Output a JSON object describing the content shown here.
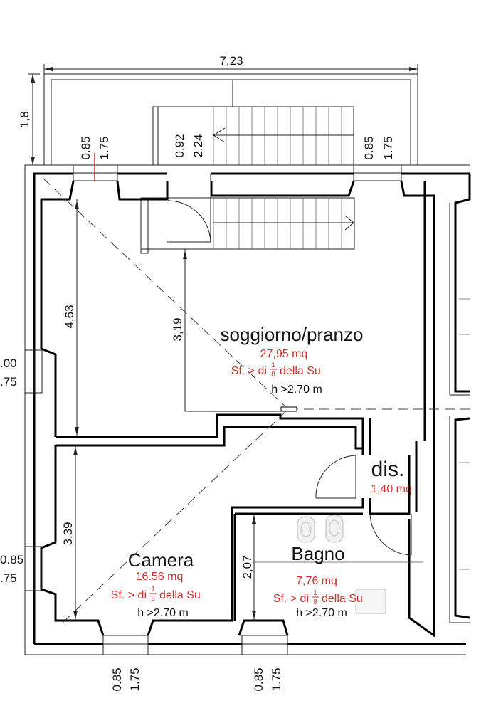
{
  "dimensions": {
    "overall_width": "7,23",
    "balcony_depth": "1,8",
    "win_top_left_w": "0.85",
    "win_top_left_h": "1.75",
    "door_top_w": "0.92",
    "door_top_h": "2.24",
    "win_top_right_w": "0.85",
    "win_top_right_h": "1.75",
    "living_depth": "4,63",
    "stair_depth": "3,19",
    "left_win_upper_w": ".00",
    "left_win_upper_h": ".75",
    "bedroom_depth": "3,39",
    "left_win_lower_w": "0.85",
    "left_win_lower_h": ".75",
    "bath_depth": "2,07",
    "win_bottom_left_w": "0.85",
    "win_bottom_left_h": "1.75",
    "win_bottom_right_w": "0.85",
    "win_bottom_right_h": "1.75"
  },
  "rooms": {
    "living": {
      "name": "soggiorno/pranzo",
      "area": "27,95 mq",
      "sf_prefix": "Sf. > di",
      "frac_num": "1",
      "frac_den": "8",
      "sf_suffix": "della Su",
      "height": "h >2.70 m"
    },
    "dis": {
      "name": "dis.",
      "area": "1,40 mq"
    },
    "camera": {
      "name": "Camera",
      "area": "16.56 mq",
      "sf_prefix": "Sf. > di",
      "frac_num": "1",
      "frac_den": "8",
      "sf_suffix": "della Su",
      "height": "h >2.70 m"
    },
    "bagno": {
      "name": "Bagno",
      "area": "7,76 mq",
      "sf_prefix": "Sf. > di",
      "frac_num": "1",
      "frac_den": "8",
      "sf_suffix": "della Su",
      "height": "h >2.70 m"
    }
  },
  "colors": {
    "walls": "#000000",
    "annotation_red": "#d0312d",
    "background": "#ffffff"
  }
}
